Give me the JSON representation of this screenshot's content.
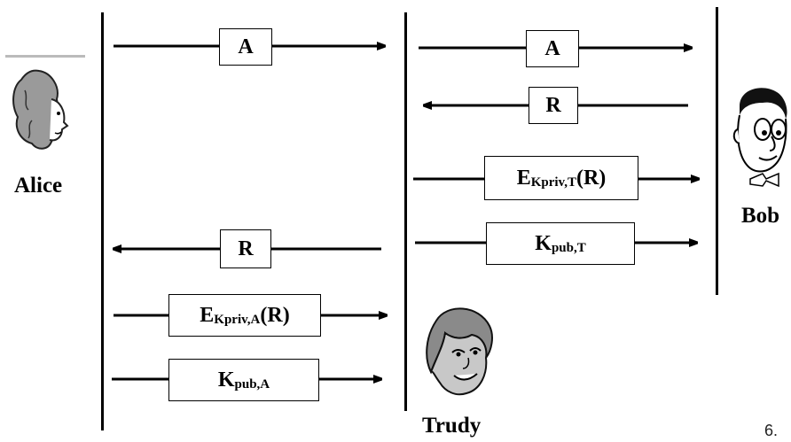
{
  "actors": {
    "alice": "Alice",
    "bob": "Bob",
    "trudy": "Trudy"
  },
  "messages": {
    "m1_alice_to_trudy": "A",
    "m2_trudy_to_bob": "A",
    "m3_bob_to_trudy": "R",
    "m4_trudy_to_bob": {
      "base": "E",
      "sub": "Kpriv,T",
      "tail": "(R)"
    },
    "m5_trudy_to_bob": {
      "base": "K",
      "sub": "pub,T"
    },
    "m6_trudy_to_alice": "R",
    "m7_alice_to_trudy": {
      "base": "E",
      "sub": "Kpriv,A",
      "tail": "(R)"
    },
    "m8_alice_to_trudy": {
      "base": "K",
      "sub": "pub,A"
    }
  },
  "page_number": "6."
}
